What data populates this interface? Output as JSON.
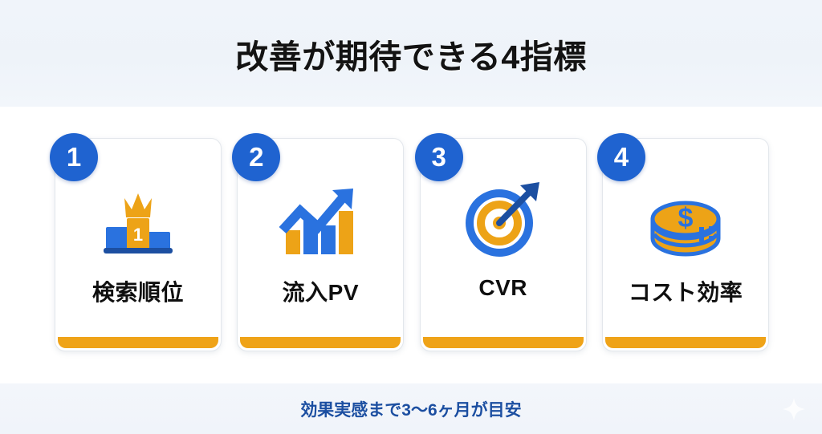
{
  "header": {
    "title": "改善が期待できる4指標",
    "background_color": "#eef3f9"
  },
  "cards": [
    {
      "badge": "1",
      "label": "検索順位",
      "icon": "podium-crown-icon",
      "accent_color": "#efa318",
      "badge_color": "#1f63d0"
    },
    {
      "badge": "2",
      "label": "流入PV",
      "icon": "growth-chart-arrow-icon",
      "accent_color": "#efa318",
      "badge_color": "#1f63d0"
    },
    {
      "badge": "3",
      "label": "CVR",
      "icon": "target-dart-icon",
      "accent_color": "#efa318",
      "badge_color": "#1f63d0"
    },
    {
      "badge": "4",
      "label": "コスト効率",
      "icon": "coin-stack-dollar-icon",
      "accent_color": "#efa318",
      "badge_color": "#1f63d0"
    }
  ],
  "footer": {
    "note": "効果実感まで3〜6ヶ月が目安",
    "text_color": "#1c4fa1",
    "decoration": "sparkle-icon"
  },
  "theme": {
    "blue": "#1f63d0",
    "orange": "#efa318",
    "dark_blue": "#1a4fa0",
    "title_color": "#131313"
  }
}
